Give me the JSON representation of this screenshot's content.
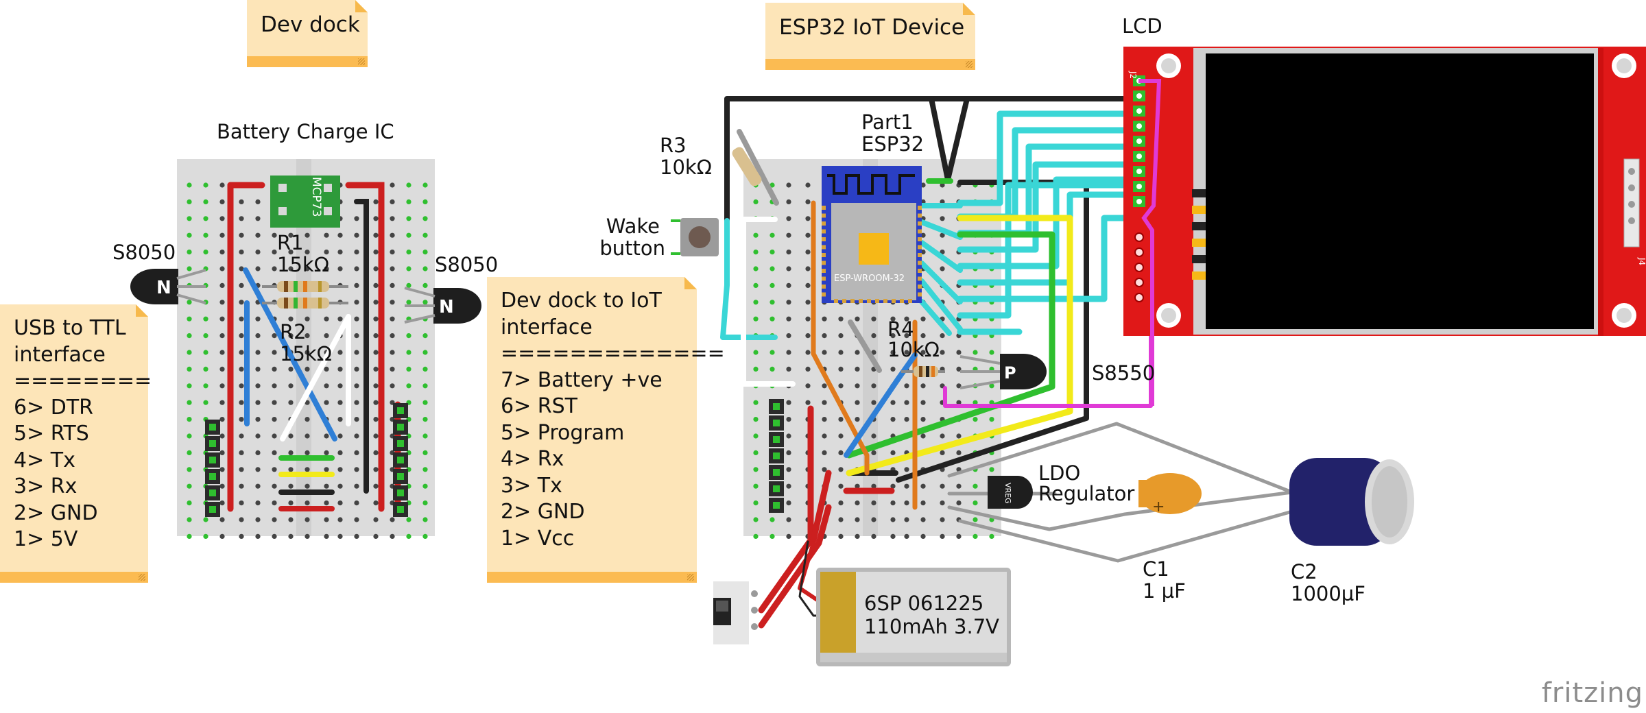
{
  "notes": {
    "dev_dock": {
      "title": "Dev dock"
    },
    "iot_device": {
      "title": "ESP32 IoT Device"
    },
    "usb_ttl": {
      "title": "USB to TTL",
      "title2": "interface",
      "rule": "========",
      "pins": [
        "6> DTR",
        "5> RTS",
        "4> Tx",
        "3> Rx",
        "2> GND",
        "1> 5V"
      ]
    },
    "dock_to_iot": {
      "title": "Dev dock to IoT",
      "title2": "interface",
      "rule": "=============",
      "pins": [
        "7> Battery +ve",
        "6> RST",
        "5> Program",
        "4> Rx",
        "3> Tx",
        "2> GND",
        "1> Vcc"
      ]
    }
  },
  "labels": {
    "battery_charge_ic": "Battery Charge IC",
    "s8050_left": "S8050",
    "s8050_right": "S8050",
    "r1_name": "R1",
    "r1_value": "15kΩ",
    "r2_name": "R2",
    "r2_value": "15kΩ",
    "charge_chip": "MCP73",
    "r3_name": "R3",
    "r3_value": "10kΩ",
    "wake_button_1": "Wake",
    "wake_button_2": "button",
    "part1_name": "Part1",
    "part1_type": "ESP32",
    "esp_module": "ESP-WROOM-32",
    "r4_name": "R4",
    "r4_value": "10kΩ",
    "s8550": "S8550",
    "lcd": "LCD",
    "lcd_pin_label_top": "J2",
    "lcd_pin_label_side": "J4",
    "ldo_1": "LDO",
    "ldo_2": "Regulator",
    "vreg": "VREG",
    "c1_name": "C1",
    "c1_value": "1 µF",
    "c2_name": "C2",
    "c2_value": "1000µF",
    "battery_1": "6SP 061225",
    "battery_2": "110mAh 3.7V",
    "brand": "fritzing"
  },
  "colors": {
    "breadboard": "#dcdcdc",
    "wire_red": "#cc1f1f",
    "wire_blue": "#2f7fd6",
    "wire_white": "#ffffff",
    "wire_black": "#222222",
    "wire_cyan": "#3ad6d6",
    "wire_green": "#2fbf2f",
    "wire_yellow": "#f2ea1a",
    "wire_orange": "#e07a1c",
    "wire_magenta": "#e03ad6",
    "wire_gray": "#9a9a9a",
    "lcd_board": "#e01818",
    "esp_blue": "#2a3fc4",
    "pcb_green": "#2e9a3a",
    "note_bg": "#fde5b8",
    "note_bar": "#fbbb52"
  }
}
